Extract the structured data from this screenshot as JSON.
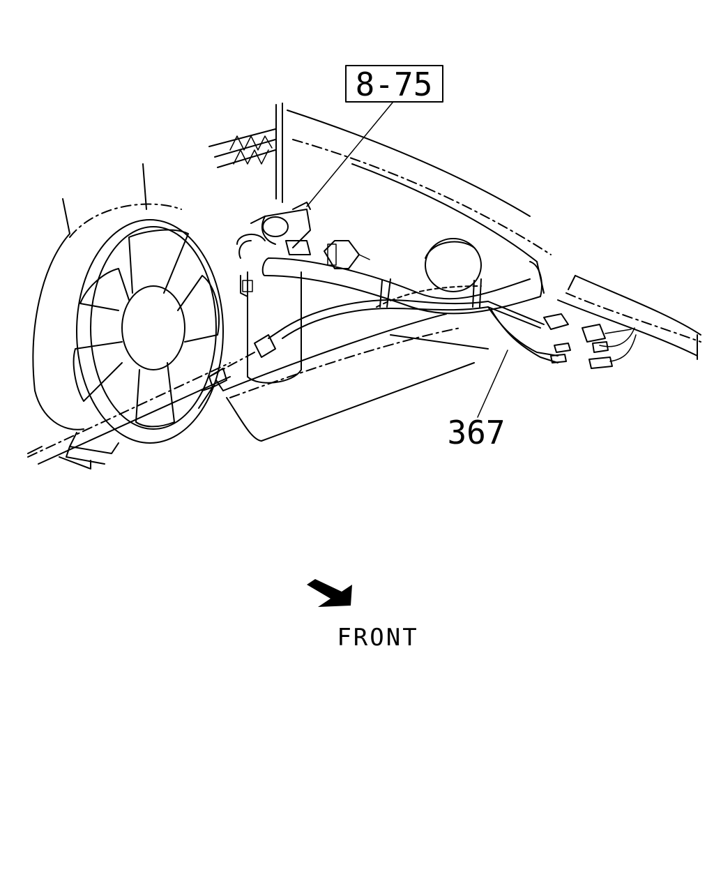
{
  "callouts": {
    "ref_part": "8-75",
    "harness_part": "367"
  },
  "orientation": {
    "label": "FRONT",
    "arrow_icon": "front-direction-arrow-icon"
  },
  "colors": {
    "ink": "#000000",
    "paper": "#ffffff"
  }
}
